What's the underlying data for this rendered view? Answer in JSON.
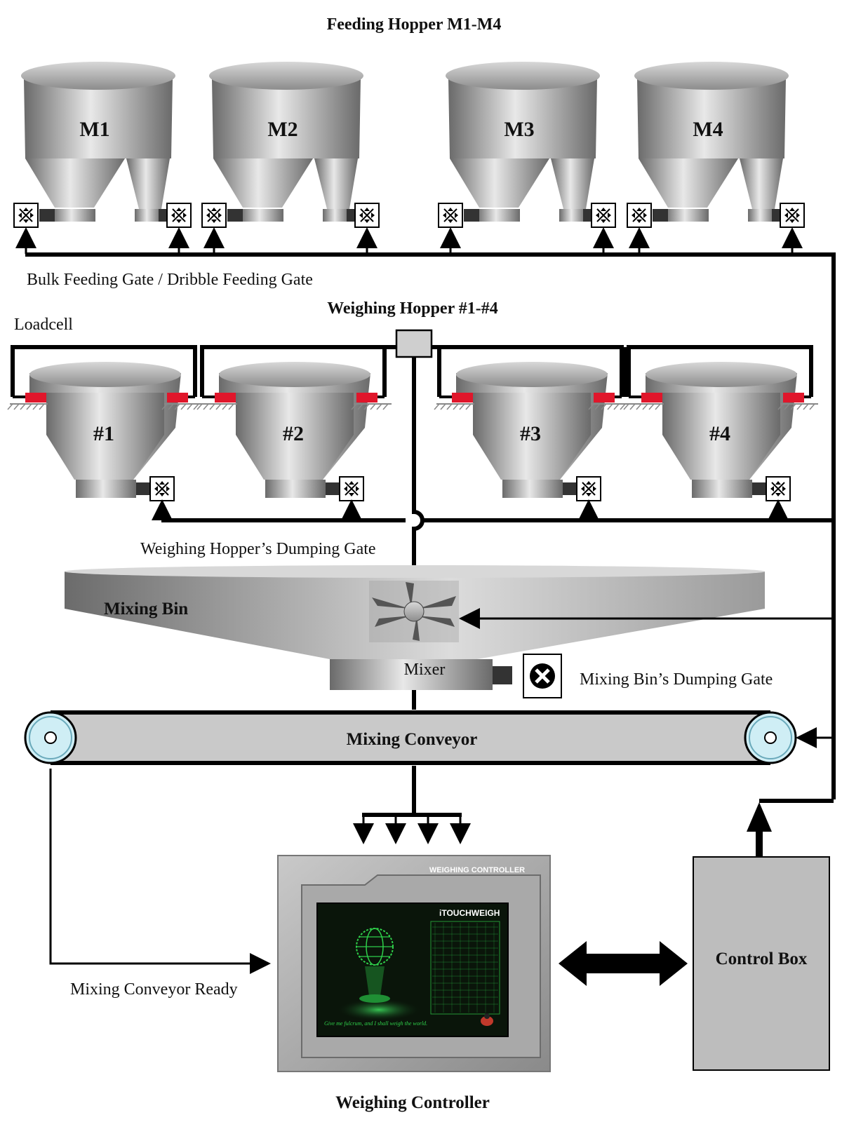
{
  "labels": {
    "feeding_hopper_title": "Feeding Hopper M1-M4",
    "bulk_dribble_gate": "Bulk Feeding Gate / Dribble Feeding Gate",
    "weighing_hopper_title": "Weighing Hopper #1-#4",
    "loadcell": "Loadcell",
    "dumping_gate": "Weighing Hopper’s Dumping Gate",
    "mixing_bin": "Mixing Bin",
    "mixer": "Mixer",
    "mixing_bin_gate": "Mixing Bin’s Dumping Gate",
    "mixing_conveyor": "Mixing Conveyor",
    "conveyor_ready": "Mixing Conveyor Ready",
    "control_box": "Control Box",
    "weighing_controller": "Weighing Controller"
  },
  "feeding_hoppers": [
    "M1",
    "M2",
    "M3",
    "M4"
  ],
  "weighing_hoppers": [
    "#1",
    "#2",
    "#3",
    "#4"
  ],
  "controller": {
    "panel_title": "WEIGHING CONTROLLER",
    "brand": "iTOUCHWEIGH",
    "tagline": "Give me fulcrum, and I shall weigh the world."
  },
  "colors": {
    "hopper_metal": "#8a8a8a",
    "loadcell": "#e0162b",
    "wire": "#000000",
    "roller": "#cfeef5",
    "screen": "#0a150a",
    "screen_glow": "#2fcf4a"
  },
  "icons": [
    "gate-valve-icon",
    "mixer-blade-icon",
    "globe-icon",
    "ladybug-icon"
  ]
}
